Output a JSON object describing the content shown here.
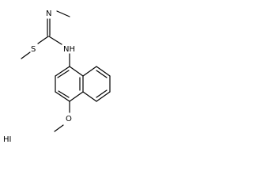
{
  "structure": {
    "atoms": {
      "nitrogen_imine": "N",
      "sulfur": "S",
      "nitrogen_amine": "NH",
      "oxygen": "O"
    },
    "salt": "HI"
  },
  "colors": {
    "bond": "#000000",
    "text": "#000000",
    "background": "#ffffff"
  }
}
